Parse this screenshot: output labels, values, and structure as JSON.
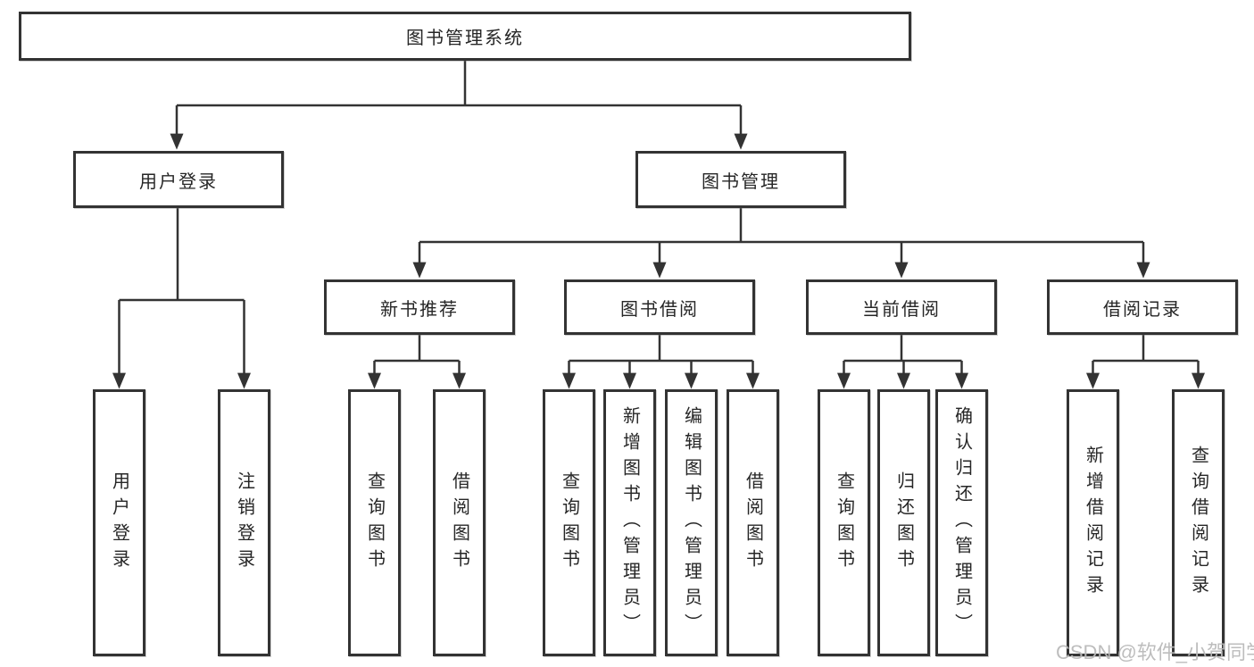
{
  "colors": {
    "line": "#333333",
    "box_border": "#333333",
    "text": "#262626",
    "watermark": "#b9b9b9",
    "background": "#ffffff"
  },
  "tree": {
    "root": "图书管理系统",
    "level2": {
      "user_login": "用户登录",
      "book_mgmt": "图书管理"
    },
    "level3": {
      "new_books": "新书推荐",
      "borrowing": "图书借阅",
      "current": "当前借阅",
      "records": "借阅记录"
    },
    "leaves": {
      "user_login": [
        "用户登录",
        "注销登录"
      ],
      "new_books": [
        "查询图书",
        "借阅图书"
      ],
      "borrowing": [
        "查询图书",
        "新增图书（管理员）",
        "编辑图书（管理员）",
        "借阅图书"
      ],
      "current": [
        "查询图书",
        "归还图书",
        "确认归还（管理员）"
      ],
      "records": [
        "新增借阅记录",
        "查询借阅记录"
      ]
    }
  },
  "watermark": "CSDN @软件_小贺同学"
}
